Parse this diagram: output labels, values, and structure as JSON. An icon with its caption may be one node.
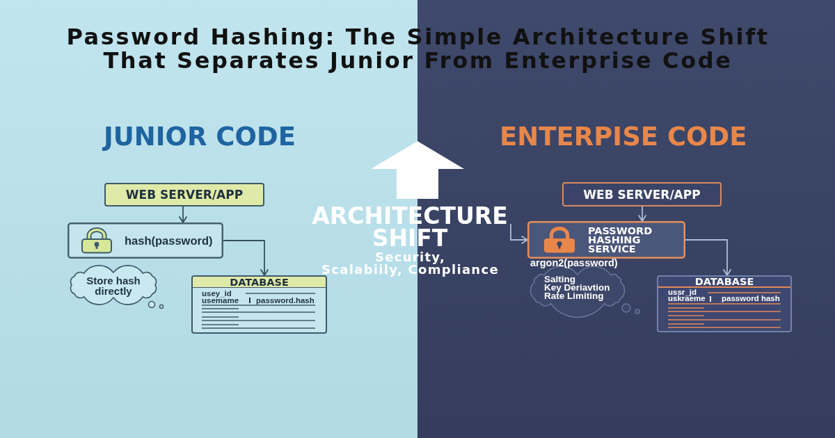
{
  "diagram": {
    "title": "Password Hashing: The Simple Architecture Shift That Separates Junior From Enterprise Code",
    "nodes": [
      {
        "text": [
          "WEB SERVER/APP"
        ]
      },
      {
        "text": [
          "hash(password)"
        ]
      },
      {
        "text": [
          "Store hash directly"
        ]
      },
      {
        "text": [
          "DATABASE",
          "usey_id",
          "usemame",
          "password.hash"
        ]
      },
      {
        "text": [
          "ARCHITECTURE SHIFT",
          "Security, Scalabiily, Compliance"
        ]
      },
      {
        "text": [
          "WEB SERVER/APP"
        ]
      },
      {
        "text": [
          "PASSWORD HASHING SERVICE"
        ],
        "beside": [
          "argon2(password)"
        ]
      },
      {
        "text": [
          "Salting",
          "Key Deriavtion",
          "Rate Limiting"
        ]
      },
      {
        "text": [
          "DATABASE",
          "ussr_jd",
          "uskraeme",
          "password hash"
        ]
      }
    ],
    "edges": [
      {
        "from": 0,
        "to": 1,
        "arrow": "to",
        "color": "#34505f"
      },
      {
        "from": 1,
        "to": 3,
        "arrow": "to",
        "color": "#34505f"
      },
      {
        "from": 4,
        "to": 6,
        "arrow": "to"
      },
      {
        "from": 5,
        "to": 6,
        "arrow": "to"
      },
      {
        "from": 6,
        "to": 8,
        "arrow": "to"
      }
    ],
    "labels": [
      "JUNIOR CODE",
      "ENTERPISE CODE"
    ]
  }
}
